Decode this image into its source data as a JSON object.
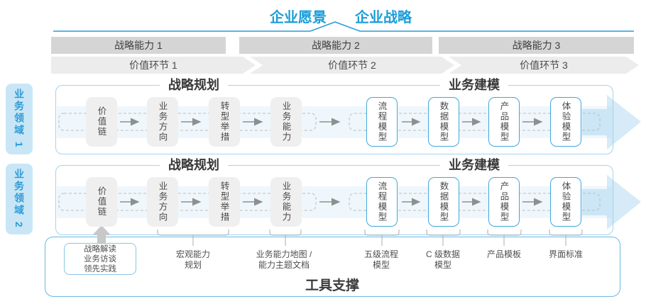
{
  "title": {
    "vision": "企业愿景",
    "strategy": "企业战略"
  },
  "strategic_capabilities": [
    {
      "label": "战略能力 1"
    },
    {
      "label": "战略能力 2"
    },
    {
      "label": "战略能力 3"
    }
  ],
  "value_links": [
    {
      "label": "价值环节 1"
    },
    {
      "label": "价值环节 2"
    },
    {
      "label": "价值环节 3"
    }
  ],
  "business_domains": [
    {
      "label": "业务领域 1"
    },
    {
      "label": "业务领域 2"
    }
  ],
  "rows": [
    {
      "sections": {
        "planning": "战略规划",
        "modeling": "业务建模"
      },
      "boxes": [
        {
          "label": "价值链"
        },
        {
          "label": "业务方向"
        },
        {
          "label": "转型举措"
        },
        {
          "label": "业务能力"
        },
        {
          "label": "流程模型"
        },
        {
          "label": "数据模型"
        },
        {
          "label": "产品模型"
        },
        {
          "label": "体验模型"
        }
      ]
    },
    {
      "sections": {
        "planning": "战略规划",
        "modeling": "业务建模"
      },
      "boxes": [
        {
          "label": "价值链"
        },
        {
          "label": "业务方向"
        },
        {
          "label": "转型举措"
        },
        {
          "label": "业务能力"
        },
        {
          "label": "流程模型"
        },
        {
          "label": "数据模型"
        },
        {
          "label": "产品模型"
        },
        {
          "label": "体验模型"
        }
      ]
    }
  ],
  "inputs_box": {
    "label": "战略解读\n业务访谈\n领先实践"
  },
  "annotations": [
    {
      "label": "宏观能力\n规划"
    },
    {
      "label": "业务能力地图 /\n能力主题文档"
    },
    {
      "label": "五级流程\n模型"
    },
    {
      "label": "C 级数据\n模型"
    },
    {
      "label": "产品模板"
    },
    {
      "label": "界面标准"
    }
  ],
  "tool_support": {
    "label": "工具支撑"
  },
  "colors": {
    "accent_blue": "#1b9dd9",
    "box_border_blue": "#42a7da",
    "container_border_blue": "#a3d5ec",
    "domain_bg_blue": "#c9e6f6",
    "capability_bar_gray": "#d5d5d5",
    "chevron_gray": "#ececec",
    "flow_box_gray": "#efefef",
    "lane_band_blue": "#eff7fc",
    "arrow_gray": "#8f8f8f"
  }
}
